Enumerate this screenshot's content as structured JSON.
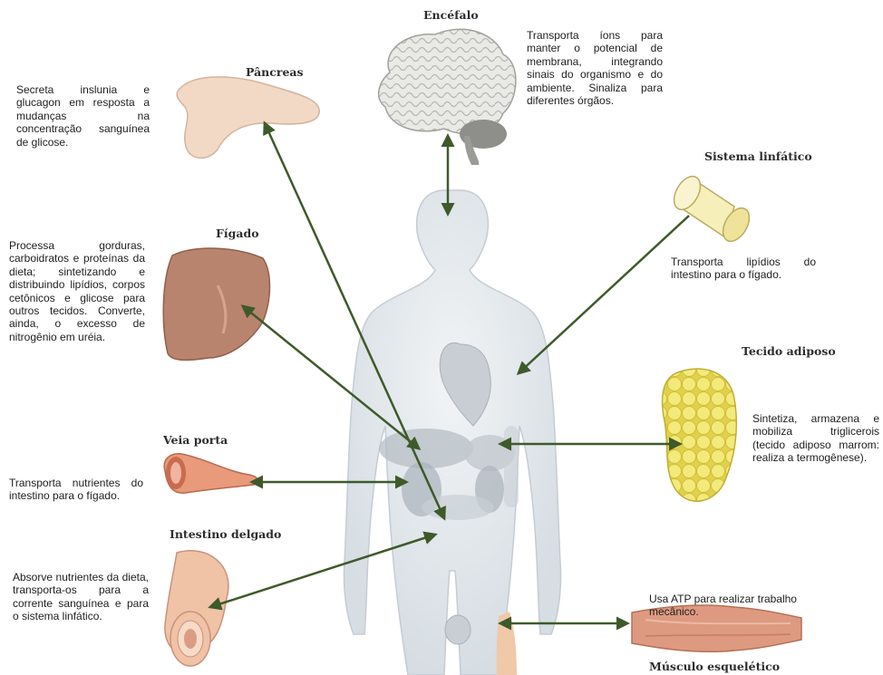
{
  "organs": {
    "encefalo": {
      "title": "Encéfalo",
      "desc": "Transporta íons para manter o potencial de membrana, integrando sinais do organismo e do ambiente. Sinaliza para diferentes órgãos."
    },
    "pancreas": {
      "title": "Pâncreas",
      "desc": "Secreta inslunia e glucagon em resposta a mudanças na concentração sanguínea de glicose."
    },
    "figado": {
      "title": "Fígado",
      "desc": "Processa gorduras, carboidratos e proteínas da dieta; sintetizando e distribuindo lipídios, corpos cetônicos e glicose para outros tecidos. Converte, ainda, o excesso de nitrogênio em uréia."
    },
    "veia_porta": {
      "title": "Veia porta",
      "desc": "Transporta nutrientes do intestino para o fígado."
    },
    "intestino": {
      "title": "Intestino delgado",
      "desc": "Absorve nutrientes da dieta, transporta-os para a corrente sanguínea e para o sistema linfático."
    },
    "linfatico": {
      "title": "Sistema linfático",
      "desc": "Transporta lipídios do intestino para o fígado."
    },
    "adiposo": {
      "title": "Tecido adiposo",
      "desc": "Sintetiza, armazena e mobiliza triglicerois (tecido adiposo marrom: realiza a termogênese)."
    },
    "musculo": {
      "title": "Músculo esquelético",
      "desc": "Usa ATP para realizar trabalho mecânico."
    }
  },
  "colors": {
    "arrow": "#3e5a2a",
    "body_fill": "#e3e8ec",
    "body_stroke": "#c5ccd3",
    "pancreas": "#f2d9c6",
    "liver": "#b9846d",
    "brain": "#e9e9e6",
    "vein": "#e89a7a",
    "intestine": "#f0c2a6",
    "lymph": "#f7efb9",
    "fat": "#f0e66a",
    "muscle": "#dd9a80"
  },
  "icons": {
    "brain": "brain-icon",
    "pancreas": "pancreas-icon",
    "liver": "liver-icon",
    "vein": "portal-vein-icon",
    "intestine": "small-intestine-icon",
    "lymph": "lymph-vessel-icon",
    "fat": "adipose-tissue-icon",
    "muscle": "skeletal-muscle-icon",
    "body": "human-body-icon"
  }
}
